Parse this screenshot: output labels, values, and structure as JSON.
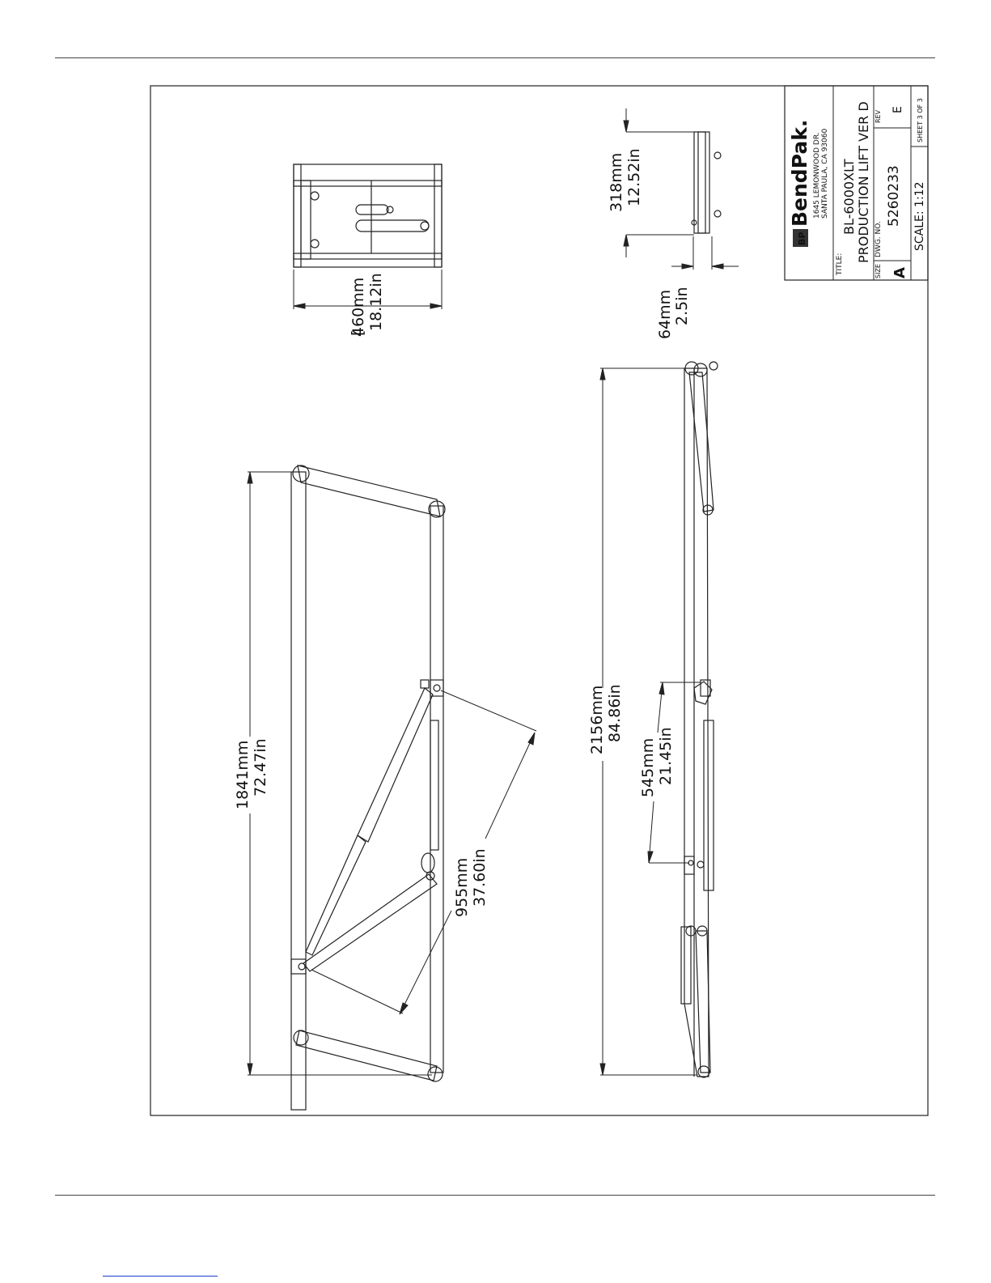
{
  "title_block": {
    "company_logo_text": "BendPak.",
    "logo_mark": "BP",
    "address_line1": "1645 LEMONWOOD DR.",
    "address_line2": "SANTA PAULA, CA 93060",
    "title_label": "TITLE:",
    "title_line1": "BL-6000XLT",
    "title_line2": "PRODUCTION LIFT VER D",
    "size_label": "SIZE",
    "size_value": "A",
    "dwg_label": "DWG. NO.",
    "dwg_value": "5260233",
    "rev_label": "REV",
    "rev_value": "E",
    "scale": "SCALE: 1:12",
    "sheet": "SHEET 3 OF 3"
  },
  "dimensions": {
    "width_top_mm": "460mm",
    "width_top_in": "18.12in",
    "height_side_mm": "318mm",
    "height_side_in": "12.52in",
    "thickness_mm": "64mm",
    "thickness_in": "2.5in",
    "length_plan_mm": "1841mm",
    "length_plan_in": "72.47in",
    "cylinder_mm": "955mm",
    "cylinder_in": "37.60in",
    "length_side_mm": "2156mm",
    "length_side_in": "84.86in",
    "pivot_mm": "545mm",
    "pivot_in": "21.45in"
  },
  "colors": {
    "line": "#1a1a1a",
    "link": "#1a3fcc"
  }
}
